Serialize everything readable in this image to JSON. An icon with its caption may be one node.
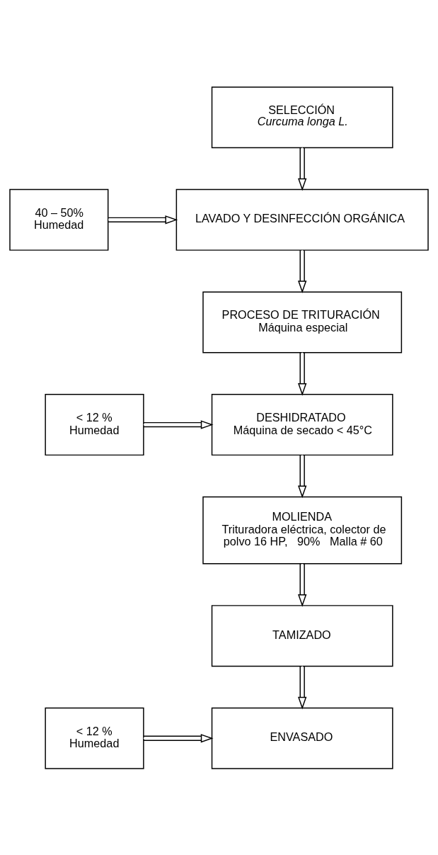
{
  "diagram": {
    "nodes": [
      {
        "text": [
          "SELECCIÓN",
          "Curcuma longa L."
        ]
      },
      {
        "text": [
          "40 – 50% Humedad"
        ]
      },
      {
        "text": [
          "LAVADO Y DESINFECCIÓN ORGÁNICA"
        ]
      },
      {
        "text": [
          "PROCESO DE TRITURACIÓN",
          "Máquina especial"
        ]
      },
      {
        "text": [
          "< 12 % Humedad"
        ]
      },
      {
        "text": [
          "DESHIDRATADO",
          "Máquina de secado < 45°C"
        ]
      },
      {
        "text": [
          "MOLIENDA",
          "Trituradora eléctrica, colector de polvo 16 HP,   90%   Malla # 60"
        ]
      },
      {
        "text": [
          "TAMIZADO"
        ]
      },
      {
        "text": [
          "< 12 % Humedad"
        ]
      },
      {
        "text": [
          "ENVASADO"
        ]
      }
    ],
    "edges": [
      {
        "from": 0,
        "to": 2,
        "arrow": "to"
      },
      {
        "from": 1,
        "to": 2,
        "arrow": "to"
      },
      {
        "from": 2,
        "to": 3,
        "arrow": "to"
      },
      {
        "from": 3,
        "to": 5,
        "arrow": "to"
      },
      {
        "from": 4,
        "to": 5,
        "arrow": "to"
      },
      {
        "from": 5,
        "to": 6,
        "arrow": "to"
      },
      {
        "from": 6,
        "to": 7,
        "arrow": "to"
      },
      {
        "from": 7,
        "to": 9,
        "arrow": "to"
      },
      {
        "from": 8,
        "to": 9,
        "arrow": "to"
      }
    ]
  }
}
